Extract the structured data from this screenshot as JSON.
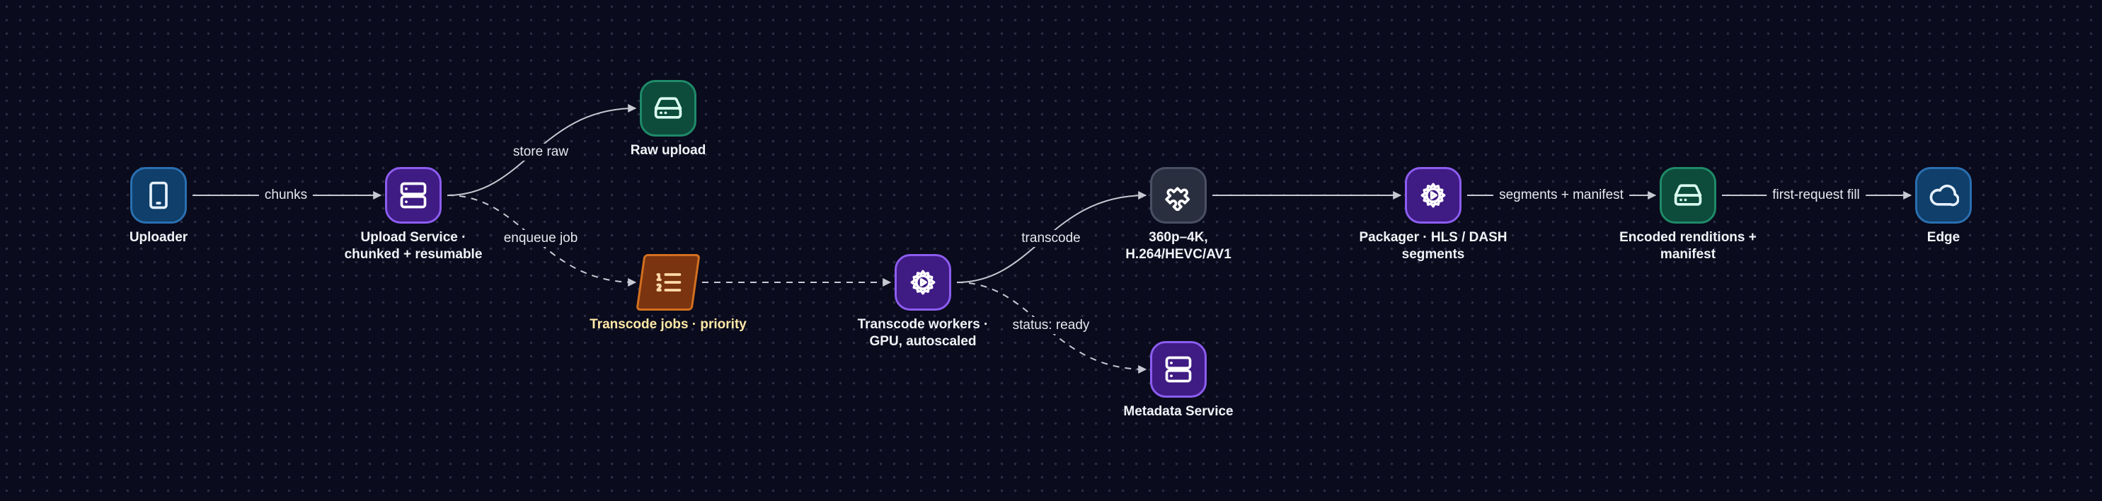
{
  "colors": {
    "edge": "#c7c8d2",
    "purple": {
      "fill": "#3f1b84",
      "stroke": "#8c5df0",
      "icon": "#ffffff"
    },
    "blue": {
      "fill": "#0f3f6a",
      "stroke": "#2a6fb0",
      "icon": "#e6f0ff"
    },
    "green": {
      "fill": "#0d4b3b",
      "stroke": "#1f8a68",
      "icon": "#d9fff0"
    },
    "gray": {
      "fill": "#2a2f3f",
      "stroke": "#4a5063",
      "icon": "#ffffff"
    },
    "orange": {
      "fill": "#7a3410",
      "stroke": "#d3701f",
      "icon": "#ffd9a8"
    }
  },
  "nodes": [
    {
      "id": "uploader",
      "lines": [
        "Uploader"
      ],
      "icon": "tablet-icon",
      "color": "blue"
    },
    {
      "id": "upload-service",
      "lines": [
        "Upload Service ·",
        "chunked + resumable"
      ],
      "icon": "server-icon",
      "color": "purple"
    },
    {
      "id": "raw-upload",
      "lines": [
        "Raw upload"
      ],
      "icon": "hard-drive-icon",
      "color": "green"
    },
    {
      "id": "transcode-jobs",
      "lines": [
        "Transcode jobs · priority"
      ],
      "icon": "list-icon",
      "color": "orange",
      "label_color": "#ffe9a8"
    },
    {
      "id": "transcode-workers",
      "lines": [
        "Transcode workers ·",
        "GPU, autoscaled"
      ],
      "icon": "gear-play-icon",
      "color": "purple"
    },
    {
      "id": "renditions",
      "lines": [
        "360p–4K,",
        "H.264/HEVC/AV1"
      ],
      "icon": "puzzle-icon",
      "color": "gray"
    },
    {
      "id": "metadata-service",
      "lines": [
        "Metadata Service"
      ],
      "icon": "server-icon",
      "color": "purple"
    },
    {
      "id": "packager",
      "lines": [
        "Packager · HLS / DASH",
        "segments"
      ],
      "icon": "gear-play-icon",
      "color": "purple"
    },
    {
      "id": "encoded",
      "lines": [
        "Encoded renditions +",
        "manifest"
      ],
      "icon": "hard-drive-icon",
      "color": "green"
    },
    {
      "id": "edge",
      "lines": [
        "Edge"
      ],
      "icon": "cloud-icon",
      "color": "blue"
    }
  ],
  "edges": [
    {
      "id": "uploader-to-upload-service",
      "label": "chunks",
      "dashed": false
    },
    {
      "id": "upload-service-to-raw-upload",
      "label": "store raw",
      "dashed": false
    },
    {
      "id": "upload-service-to-transcode-jobs",
      "label": "enqueue job",
      "dashed": true
    },
    {
      "id": "transcode-jobs-to-transcode-workers",
      "label": "",
      "dashed": true
    },
    {
      "id": "transcode-workers-to-renditions",
      "label": "transcode",
      "dashed": false
    },
    {
      "id": "transcode-workers-to-metadata-service",
      "label": "status: ready",
      "dashed": true
    },
    {
      "id": "renditions-to-packager",
      "label": "",
      "dashed": false
    },
    {
      "id": "packager-to-encoded",
      "label": "segments + manifest",
      "dashed": false
    },
    {
      "id": "encoded-to-edge",
      "label": "first-request fill",
      "dashed": false
    }
  ]
}
